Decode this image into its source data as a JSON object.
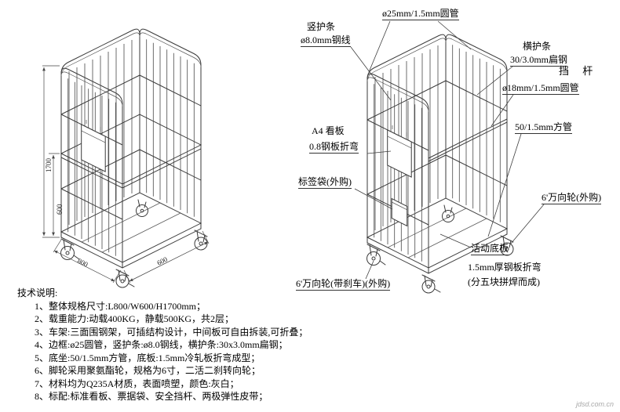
{
  "page": {
    "watermark": "jdsd.com.cn"
  },
  "callouts": {
    "pipe25": "ø25mm/1.5mm圆管",
    "vguard_title": "竖护条",
    "vguard_spec": "ø8.0mm钢线",
    "hguard_title": "横护条",
    "hguard_spec": "30/3.0mm扁钢",
    "stopbar_title": "挡 杆",
    "stopbar_spec": "ø18mm/1.5mm圆管",
    "kanban_title": "A4 看板",
    "kanban_spec": "0.8钢板折弯",
    "sqtube": "50/1.5mm方管",
    "labelbag": "标签袋(外购)",
    "caster_right": "6'万向轮(外购)",
    "bottom_plate_title": "活动底板",
    "bottom_plate_spec1": "1.5mm厚钢板折弯",
    "bottom_plate_spec2": "(分五块拼焊而成)",
    "caster_left": "6'万向轮(带刹车)(外购)"
  },
  "dimensions": {
    "height_total": "1700",
    "height_lower": "600",
    "length": "800",
    "width": "600"
  },
  "notes": {
    "title": "技术说明:",
    "items": [
      "1、整体规格尺寸:L800/W600/H1700mm；",
      "2、载重能力:动载400KG，静载500KG，共2层；",
      "3、车架:三面围钢架，可插结构设计，中间板可自由拆装,可折叠；",
      "4、边框:ø25圆管，竖护条:ø8.0钢线，横护条:30x3.0mm扁钢；",
      "5、底坐:50/1.5mm方管，底板:1.5mm冷轧板折弯成型；",
      "6、脚轮采用聚氨酯轮，规格为6寸，二活二刹转向轮；",
      "7、材料均为Q235A材质，表面喷塑，颜色:灰白；",
      "8、标配:标准看板、票据袋、安全挡杆、两极弹性皮带；"
    ]
  }
}
